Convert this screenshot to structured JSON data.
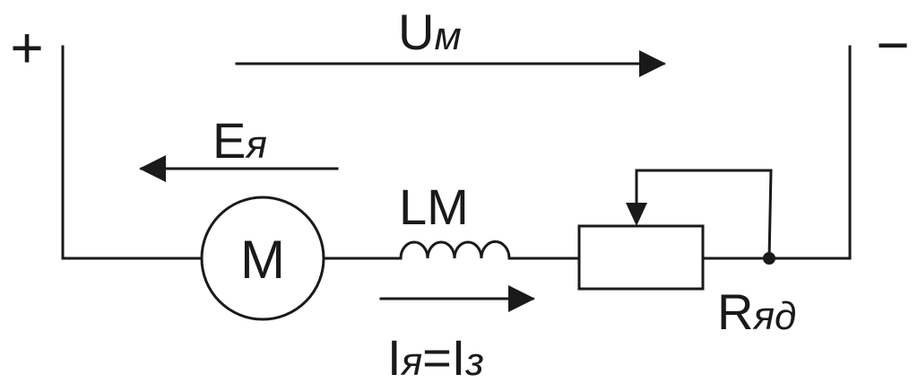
{
  "colors": {
    "ink": "#1a1a1a",
    "background": "#ffffff"
  },
  "terminals": {
    "plus": "+",
    "minus": "−"
  },
  "labels": {
    "voltage": {
      "main": "U",
      "sub": "м"
    },
    "emf": {
      "main": "E",
      "sub": "я"
    },
    "inductor": {
      "text": "LM"
    },
    "resistor": {
      "main": "R",
      "sub": "яд"
    },
    "current": {
      "main1": "I",
      "sub1": "я",
      "eq": "=",
      "main2": "I",
      "sub2": "з"
    }
  },
  "motor": {
    "letter": "M"
  },
  "icons": {
    "motor": "motor-circle-icon",
    "inductor": "inductor-coil-icon",
    "resistor": "variable-resistor-icon"
  }
}
